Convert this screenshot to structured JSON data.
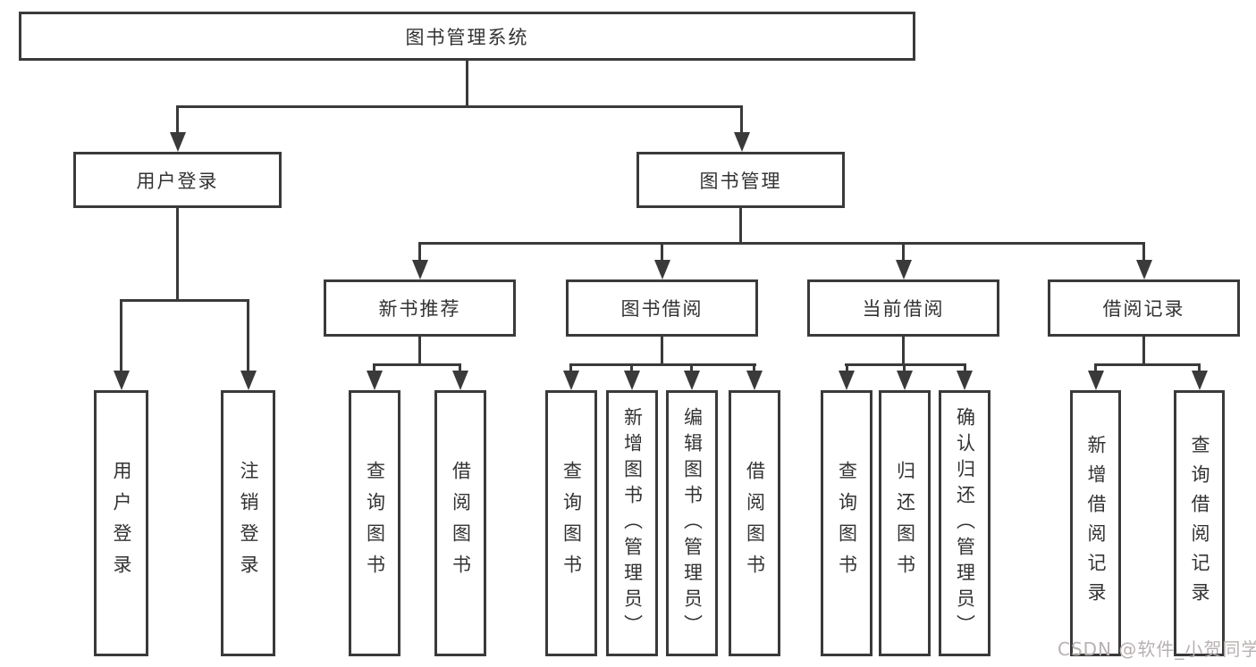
{
  "tree": {
    "label": "图书管理系统",
    "children": [
      {
        "label": "用户登录",
        "children": [
          {
            "label": "用户登录"
          },
          {
            "label": "注销登录"
          }
        ]
      },
      {
        "label": "图书管理",
        "children": [
          {
            "label": "新书推荐",
            "children": [
              {
                "label": "查询图书"
              },
              {
                "label": "借阅图书"
              }
            ]
          },
          {
            "label": "图书借阅",
            "children": [
              {
                "label": "查询图书"
              },
              {
                "label": "新增图书（管理员）"
              },
              {
                "label": "编辑图书（管理员）"
              },
              {
                "label": "借阅图书"
              }
            ]
          },
          {
            "label": "当前借阅",
            "children": [
              {
                "label": "查询图书"
              },
              {
                "label": "归还图书"
              },
              {
                "label": "确认归还（管理员）"
              }
            ]
          },
          {
            "label": "借阅记录",
            "children": [
              {
                "label": "新增借阅记录"
              },
              {
                "label": "查询借阅记录"
              }
            ]
          }
        ]
      }
    ]
  },
  "watermark": {
    "text": "CSDN @软件_小贺同学"
  },
  "colors": {
    "line": "#3a3a3a",
    "text": "#333333",
    "watermark": "#b9b1b1",
    "background": "#ffffff"
  }
}
